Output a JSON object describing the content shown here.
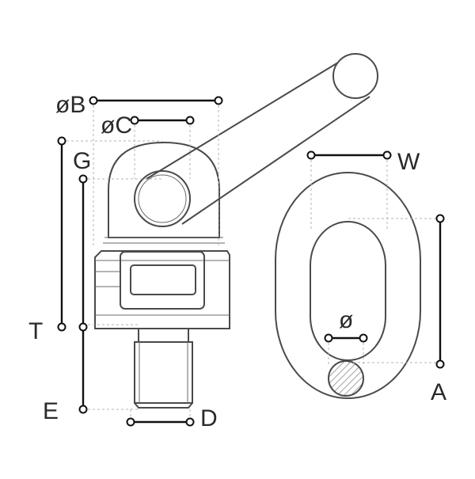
{
  "labels": {
    "B": "øB",
    "C": "øC",
    "G": "G",
    "T": "T",
    "E": "E",
    "D": "D",
    "W": "W",
    "A": "A",
    "d": "ø"
  },
  "colors": {
    "line": "#4a4a4a",
    "dimension": "#111111",
    "leader": "#b4b4b4",
    "text": "#2a2a2a"
  }
}
